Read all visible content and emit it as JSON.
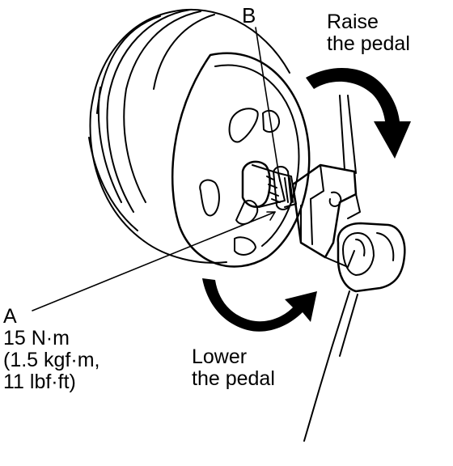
{
  "labels": {
    "b": "B",
    "raise": [
      "Raise",
      "the pedal"
    ],
    "lower": [
      "Lower",
      "the pedal"
    ],
    "a": [
      "A",
      "15 N·m",
      "(1.5 kgf·m,",
      "11 lbf·ft)"
    ]
  },
  "icons": {
    "raise_arrow": "curved-arrow-clockwise-icon",
    "lower_arrow": "curved-arrow-icon"
  },
  "colors": {
    "ink": "#000000",
    "paper": "#ffffff"
  }
}
